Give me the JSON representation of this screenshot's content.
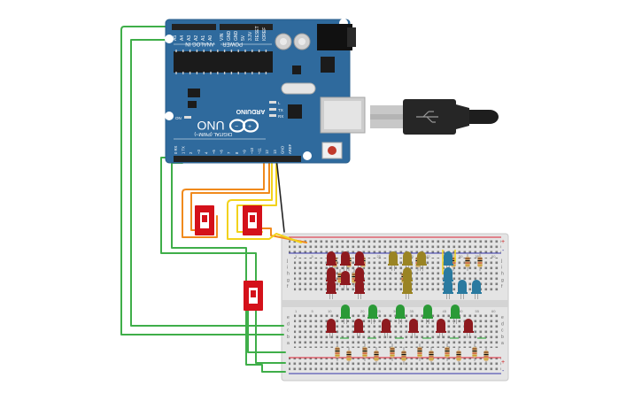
{
  "board": {
    "brand": "ARDUINO",
    "model": "UNO",
    "analog_header": "ANALOG IN",
    "power_header": "POWER",
    "digital_header": "DIGITAL (PWM~)",
    "on_label": "ON",
    "tx_label": "TX",
    "rx_label": "RX",
    "l_label": "L",
    "analog_pins": [
      "A5",
      "A4",
      "A3",
      "A2",
      "A1",
      "A0"
    ],
    "power_pins": [
      "VIN",
      "GND",
      "GND",
      "5V",
      "3.3V",
      "RESET",
      "IOREF"
    ],
    "digital_pins": [
      "0 RX",
      "1 TX",
      "2",
      "~3",
      "4",
      "~5",
      "~6",
      "7",
      "8",
      "~9",
      "~10",
      "~11",
      "12",
      "13",
      "GND",
      "AREF"
    ]
  },
  "breadboard": {
    "col_numbers": [
      "1",
      "5",
      "10",
      "15",
      "20",
      "25",
      "30",
      "35",
      "40",
      "45",
      "50",
      "55",
      "60"
    ],
    "row_letters_top": [
      "j",
      "i",
      "h",
      "g",
      "f"
    ],
    "row_letters_bottom": [
      "e",
      "d",
      "c",
      "b",
      "a"
    ],
    "plus": "+",
    "minus": "-"
  },
  "components": {
    "switches": [
      "slide-switch-1",
      "slide-switch-2",
      "slide-switch-3"
    ],
    "leds": {
      "red": 14,
      "olive": 5,
      "blue": 5,
      "green": 5
    }
  },
  "colors": {
    "board": "#2f6a9d",
    "wire_green": "#3fae49",
    "wire_orange": "#f08a1d",
    "wire_yellow": "#f2d21b",
    "wire_black": "#222222",
    "switch": "#d4111a",
    "led_red": "#8e1a1f",
    "led_olive": "#9a8424",
    "led_blue": "#2a7aa0",
    "led_green": "#2b9a37"
  }
}
